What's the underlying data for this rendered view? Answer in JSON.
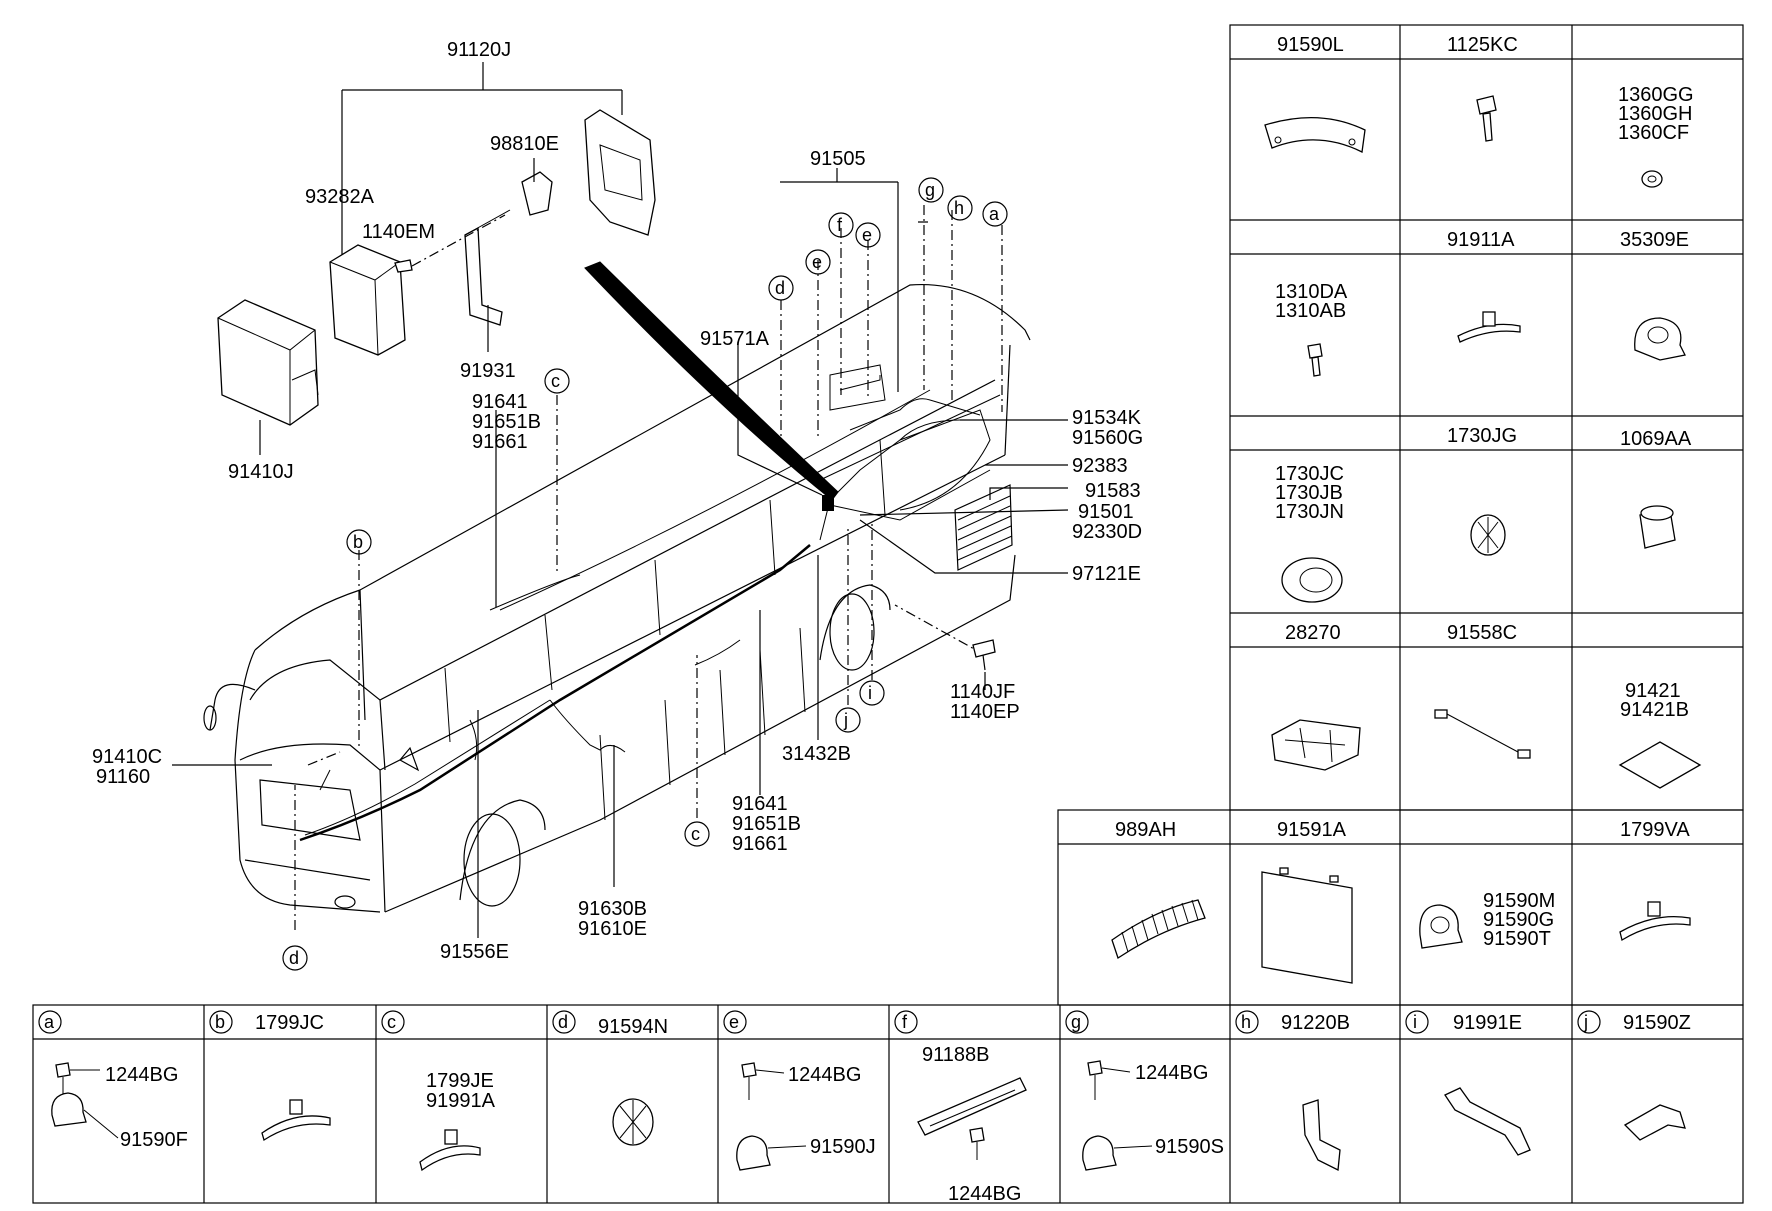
{
  "diagram": {
    "callouts": {
      "c91120J": "91120J",
      "c98810E": "98810E",
      "c93282A": "93282A",
      "c1140EM": "1140EM",
      "c91931": "91931",
      "c91410J": "91410J",
      "c91641a": "91641",
      "c91651Ba": "91651B",
      "c91661a": "91661",
      "c91505": "91505",
      "c91571A": "91571A",
      "c91534K": "91534K",
      "c91560G": "91560G",
      "c92383": "92383",
      "c91583": "91583",
      "c91501": "91501",
      "c92330D": "92330D",
      "c97121E": "97121E",
      "c1140JF": "1140JF",
      "c1140EP": "1140EP",
      "c31432B": "31432B",
      "c91641b": "91641",
      "c91651Bb": "91651B",
      "c91661b": "91661",
      "c91630B": "91630B",
      "c91610E": "91610E",
      "c91556E": "91556E",
      "c91410C": "91410C",
      "c91160": "91160"
    },
    "letters": {
      "a": "a",
      "b": "b",
      "c": "c",
      "d": "d",
      "e": "e",
      "f": "f",
      "g": "g",
      "h": "h",
      "i": "i",
      "j": "j"
    }
  },
  "parts_table": {
    "r1": [
      "91590L",
      "1125KC",
      ""
    ],
    "r1_sub": [
      "1360GG",
      "1360GH",
      "1360CF"
    ],
    "r2": [
      "",
      "91911A",
      "35309E"
    ],
    "r2_sub": [
      "1310DA",
      "1310AB"
    ],
    "r3": [
      "",
      "1730JG",
      "1069AA"
    ],
    "r3_sub": [
      "1730JC",
      "1730JB",
      "1730JN"
    ],
    "r4": [
      "28270",
      "91558C",
      ""
    ],
    "r4_sub": [
      "91421",
      "91421B"
    ],
    "r5": [
      "989AH",
      "91591A",
      "",
      "1799VA"
    ],
    "r5_sub": [
      "91590M",
      "91590G",
      "91590T"
    ]
  },
  "bottom_table": {
    "headers": [
      {
        "letter": "a",
        "part": ""
      },
      {
        "letter": "b",
        "part": "1799JC"
      },
      {
        "letter": "c",
        "part": ""
      },
      {
        "letter": "d",
        "part": "91594N"
      },
      {
        "letter": "e",
        "part": ""
      },
      {
        "letter": "f",
        "part": ""
      },
      {
        "letter": "g",
        "part": ""
      },
      {
        "letter": "h",
        "part": "91220B"
      },
      {
        "letter": "i",
        "part": "91991E"
      },
      {
        "letter": "j",
        "part": "91590Z"
      }
    ],
    "a": [
      "1244BG",
      "91590F"
    ],
    "c": [
      "1799JE",
      "91991A"
    ],
    "e": [
      "1244BG",
      "91590J"
    ],
    "f": [
      "91188B",
      "1244BG"
    ],
    "g": [
      "1244BG",
      "91590S"
    ]
  }
}
